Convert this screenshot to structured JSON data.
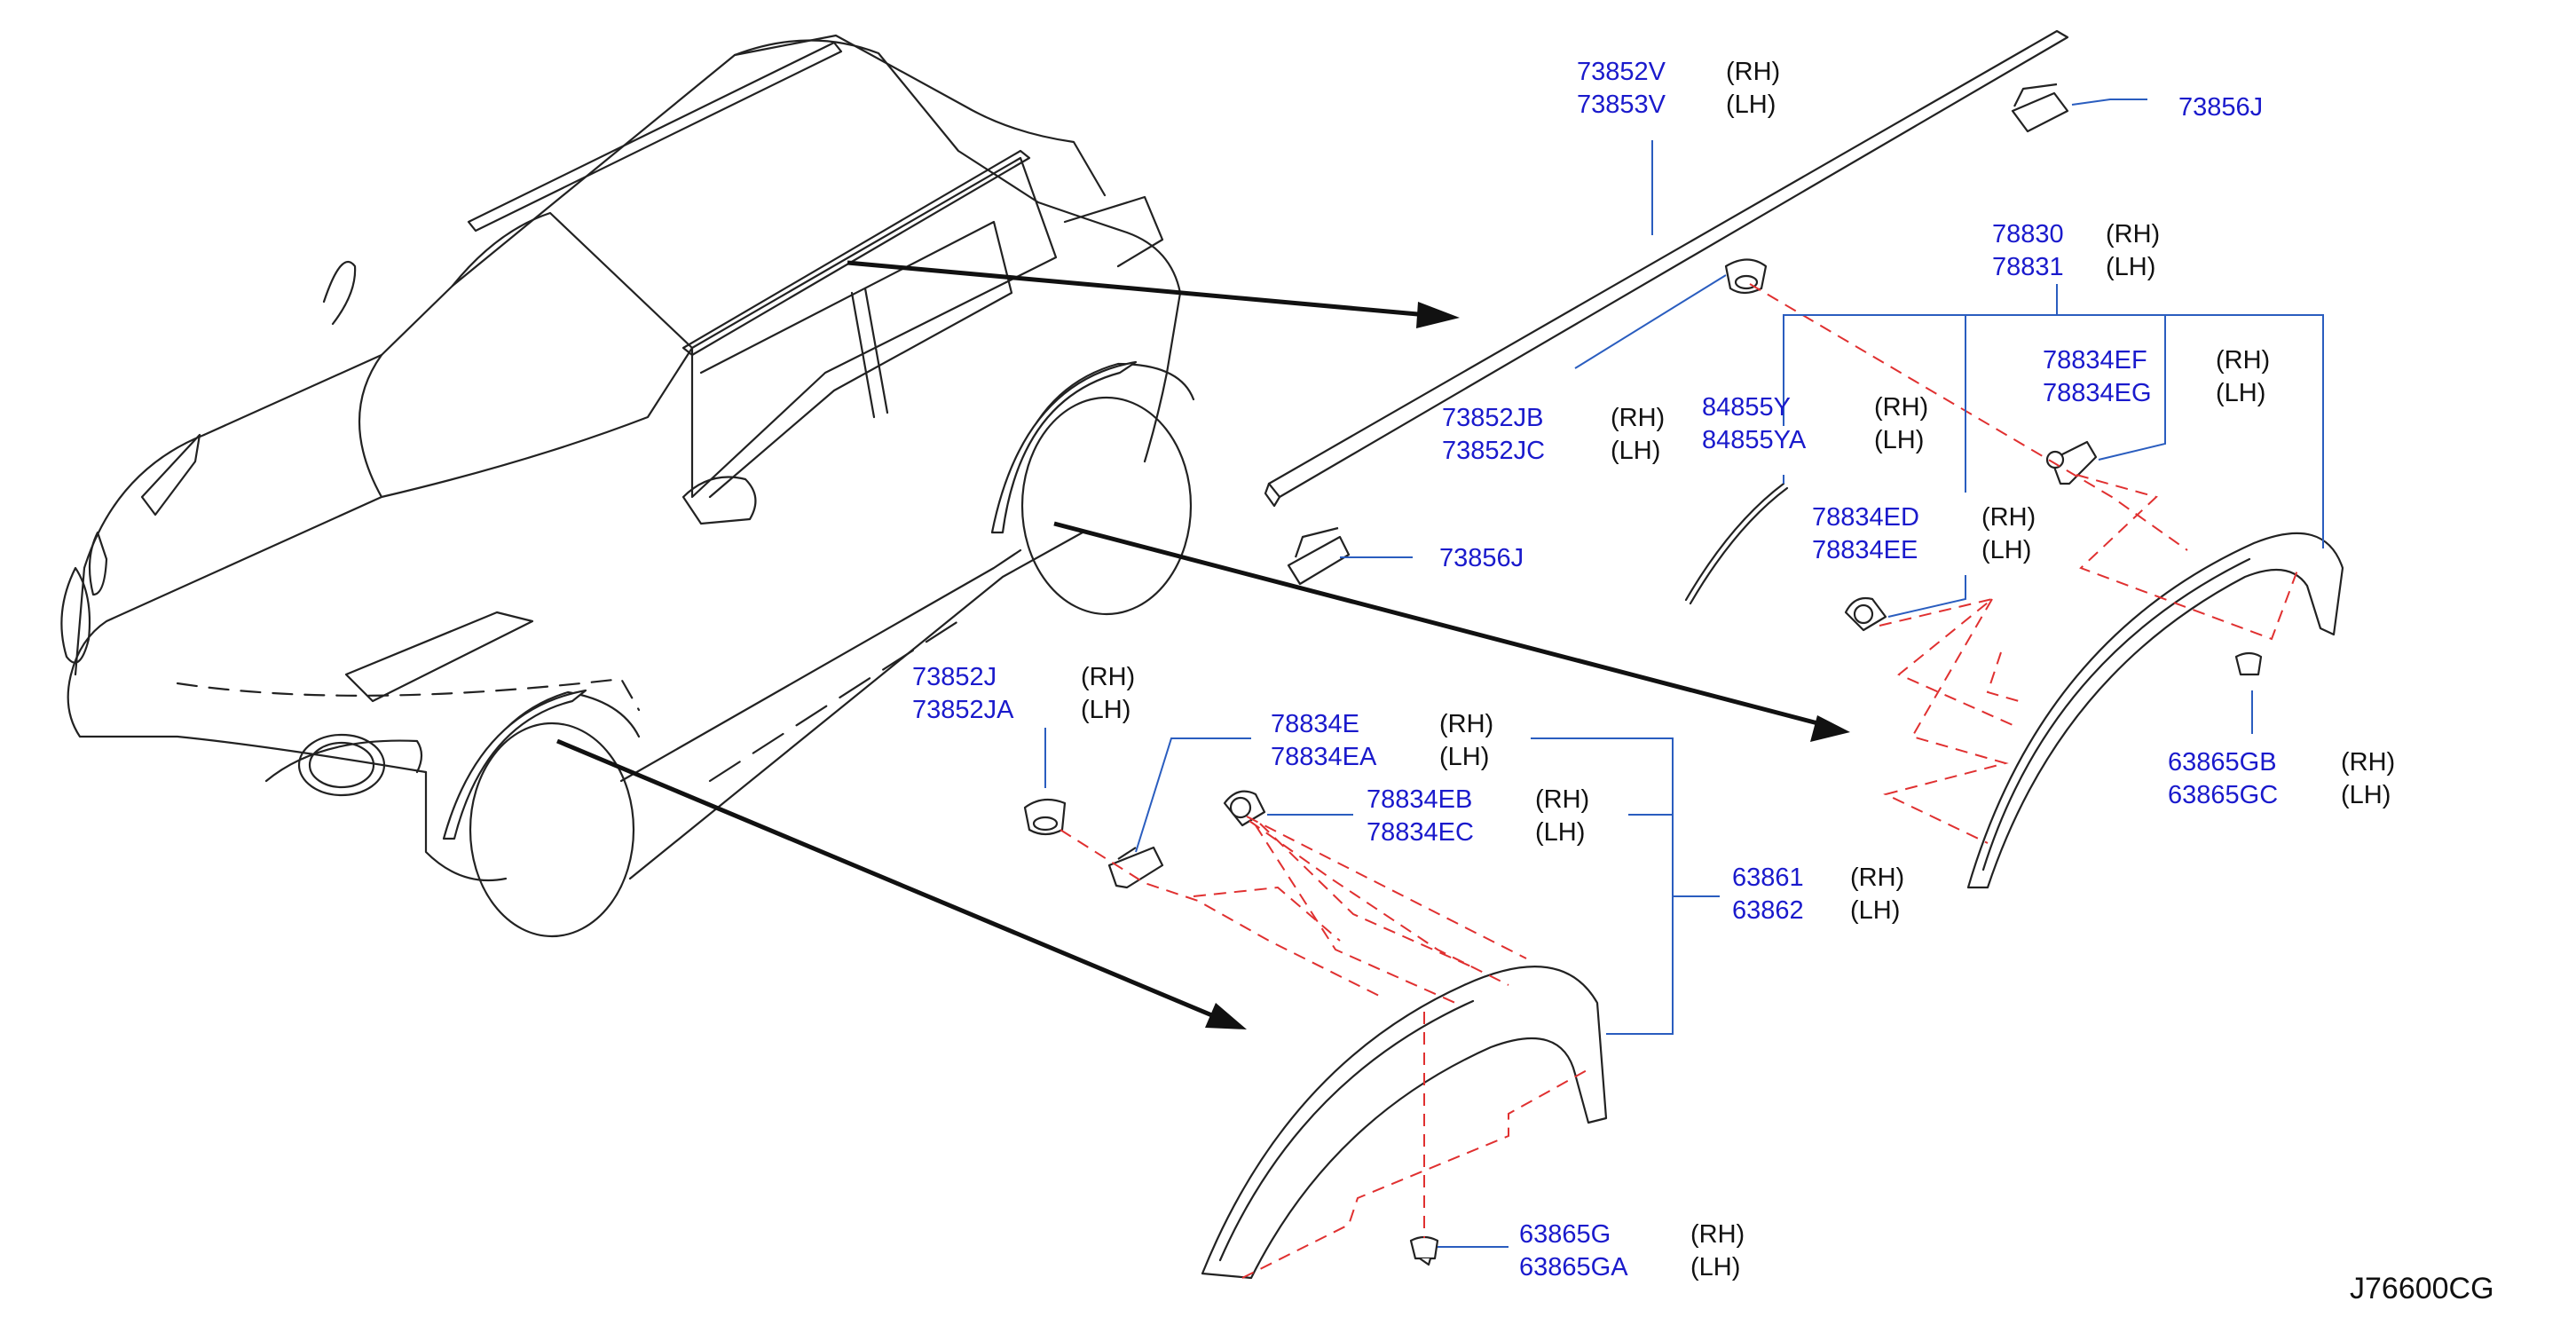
{
  "diagram_code": "J76600CG",
  "callouts": {
    "roof_molding": {
      "rh": "73852V",
      "lh": "73853V",
      "rh_side": "(RH)",
      "lh_side": "(LH)"
    },
    "clip_top": {
      "single": "73856J"
    },
    "fender_set_rear": {
      "rh": "78830",
      "lh": "78831",
      "rh_side": "(RH)",
      "lh_side": "(LH)"
    },
    "clip_rear_ef": {
      "rh": "78834EF",
      "lh": "78834EG",
      "rh_side": "(RH)",
      "lh_side": "(LH)"
    },
    "grommet_rear": {
      "rh": "73852JB",
      "lh": "73852JC",
      "rh_side": "(RH)",
      "lh_side": "(LH)"
    },
    "seal_rear": {
      "rh": "84855Y",
      "lh": "84855YA",
      "rh_side": "(RH)",
      "lh_side": "(LH)"
    },
    "clip_rear_ed": {
      "rh": "78834ED",
      "lh": "78834EE",
      "rh_side": "(RH)",
      "lh_side": "(LH)"
    },
    "clip_bottom_left": {
      "single": "73856J"
    },
    "rivet_rear": {
      "rh": "63865GB",
      "lh": "63865GC",
      "rh_side": "(RH)",
      "lh_side": "(LH)"
    },
    "grommet_front": {
      "rh": "73852J",
      "lh": "73852JA",
      "rh_side": "(RH)",
      "lh_side": "(LH)"
    },
    "clip_front_e": {
      "rh": "78834E",
      "lh": "78834EA",
      "rh_side": "(RH)",
      "lh_side": "(LH)"
    },
    "clip_front_eb": {
      "rh": "78834EB",
      "lh": "78834EC",
      "rh_side": "(RH)",
      "lh_side": "(LH)"
    },
    "fender_front": {
      "rh": "63861",
      "lh": "63862",
      "rh_side": "(RH)",
      "lh_side": "(LH)"
    },
    "rivet_front": {
      "rh": "63865G",
      "lh": "63865GA",
      "rh_side": "(RH)",
      "lh_side": "(LH)"
    }
  }
}
